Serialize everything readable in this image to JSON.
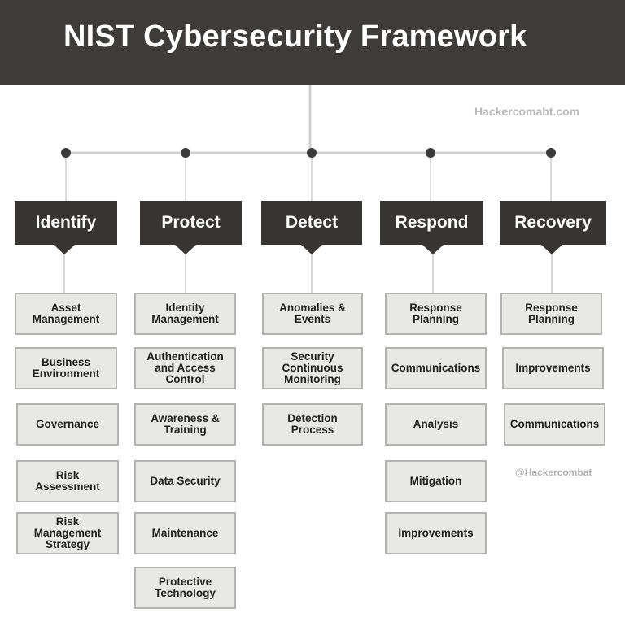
{
  "title": "NIST Cybersecurity Framework",
  "watermark_top": "Hackercomabt.com",
  "watermark_bottom": "@Hackercombat",
  "colors": {
    "header_bg": "#3d3c3a",
    "category_bg": "#363533",
    "box_bg": "#e8e8e6",
    "box_border": "#b3b3b1",
    "connector": "#d0d0d0",
    "node": "#3a3a3a"
  },
  "columns": [
    {
      "name": "Identify",
      "items": [
        "Asset\nManagement",
        "Business\nEnvironment",
        "Governance",
        "Risk\nAssessment",
        "Risk\nManagement\nStrategy"
      ]
    },
    {
      "name": "Protect",
      "items": [
        "Identity\nManagement",
        "Authentication\nand Access\nControl",
        "Awareness &\nTraining",
        "Data Security",
        "Maintenance",
        "Protective\nTechnology"
      ]
    },
    {
      "name": "Detect",
      "items": [
        "Anomalies &\nEvents",
        "Security\nContinuous\nMonitoring",
        "Detection\nProcess"
      ]
    },
    {
      "name": "Respond",
      "items": [
        "Response\nPlanning",
        "Communications",
        "Analysis",
        "Mitigation",
        "Improvements"
      ]
    },
    {
      "name": "Recovery",
      "items": [
        "Response\nPlanning",
        "Improvements",
        "Communications"
      ]
    }
  ]
}
